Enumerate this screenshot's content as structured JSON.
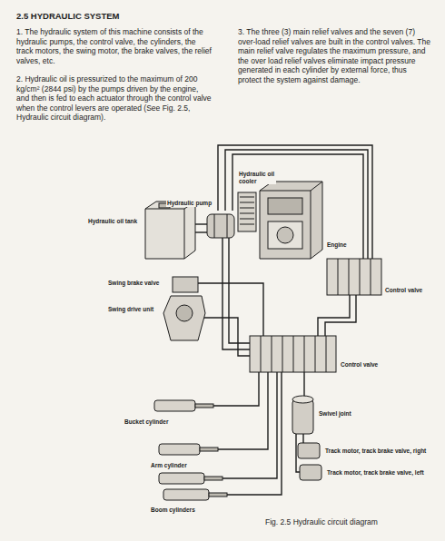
{
  "diagram": {
    "title": "2.5 HYDRAULIC SYSTEM",
    "caption": "Fig. 2.5 Hydraulic circuit diagram",
    "labels": [
      "1. The hydraulic system of this machine consists of the hydraulic pumps, the control valve, the cylinders, the track motors, the swing motor, the brake valves, the relief valves, etc.",
      "2. Hydraulic oil is pressurized to the maximum of 200 kg/cm² (2844 psi) by the pumps driven by the engine, and then is fed to each actuator through the control valve when the control levers are operated (See Fig. 2.5, Hydraulic circuit diagram).",
      "3. The three (3) main relief valves and the seven (7) over-load relief valves are built in the control valves. The main relief valve regulates the maximum pressure, and the over load relief valves eliminate impact pressure generated in each cylinder by external force, thus protect the system against damage.",
      "Hydraulic pump",
      "Hydraulic oil cooler",
      "Hydraulic oil tank",
      "Engine",
      "Control valve",
      "Swing brake valve",
      "Swing drive unit",
      "Control valve",
      "Swivel joint",
      "Bucket cylinder",
      "Track motor, track brake valve, right",
      "Track motor, track brake valve, left",
      "Arm cylinder",
      "Boom cylinders"
    ]
  }
}
